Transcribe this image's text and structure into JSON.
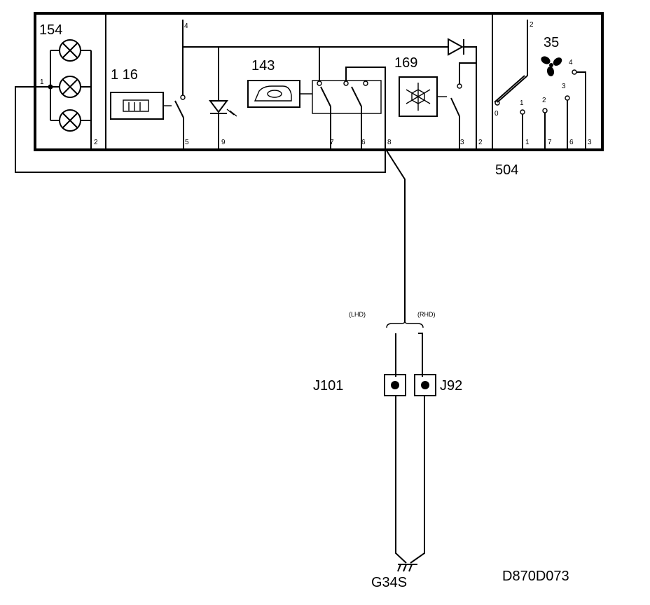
{
  "diagram": {
    "panel_label": "504",
    "components": {
      "lamps": "154",
      "rear_defrost": "1 16",
      "ac_switch": "143",
      "recirc": "169",
      "fan": "35"
    },
    "pins": {
      "lamp_left": "1",
      "lamp_right": "2",
      "rd_top": "4",
      "rd_bottom": "5",
      "led_bottom": "9",
      "ac_a": "7",
      "ac_b": "6",
      "ac_c": "8",
      "rc_a": "3",
      "rc_b": "2",
      "fan_bottom_1": "1",
      "fan_bottom_7": "7",
      "fan_bottom_6": "6",
      "fan_bottom_3": "3",
      "fan_top_2": "2",
      "fan_pos_0": "0",
      "fan_pos_1": "1",
      "fan_pos_2": "2",
      "fan_pos_3": "3",
      "fan_pos_4": "4"
    },
    "variants": {
      "lhd": "(LHD)",
      "rhd": "(RHD)"
    },
    "connectors": {
      "left": "J101",
      "right": "J92"
    },
    "ground": "G34S",
    "drawing_id": "D870D073"
  }
}
